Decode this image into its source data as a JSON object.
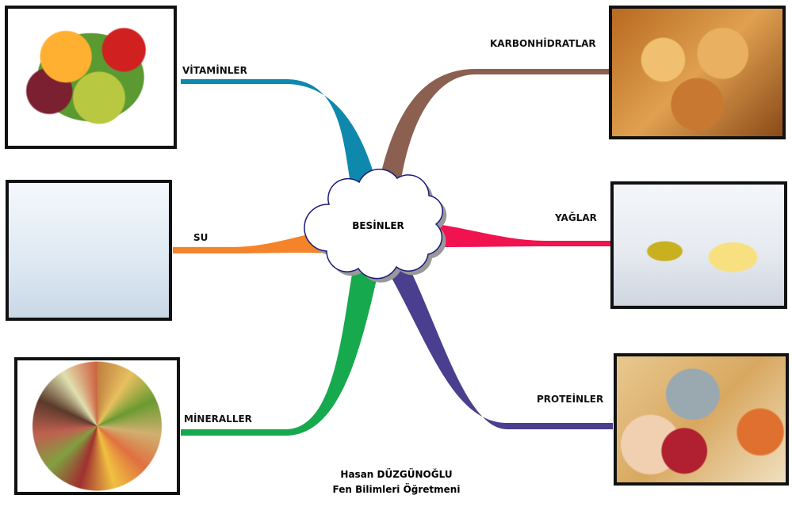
{
  "center": {
    "label": "BESİNLER"
  },
  "branches": [
    {
      "label": "VİTAMİNLER",
      "color": "#0f88ae"
    },
    {
      "label": "KARBONHİDRATLAR",
      "color": "#8b6050"
    },
    {
      "label": "SU",
      "color": "#f5832a"
    },
    {
      "label": "YAĞLAR",
      "color": "#f0134f"
    },
    {
      "label": "MİNERALLER",
      "color": "#16a94e"
    },
    {
      "label": "PROTEİNLER",
      "color": "#4a3f8f"
    }
  ],
  "author": {
    "name": "Hasan DÜZGÜNOĞLU",
    "title": "Fen Bilimleri Öğretmeni"
  }
}
